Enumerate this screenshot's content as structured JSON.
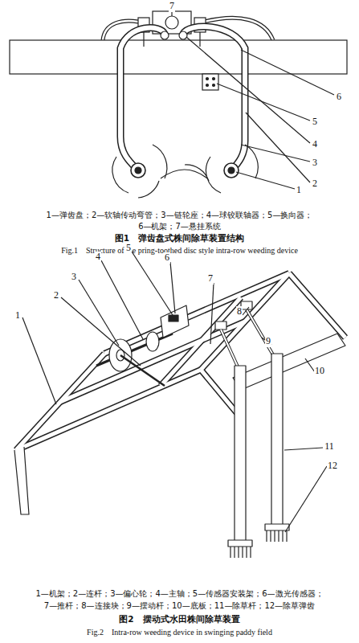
{
  "diagram": {
    "labels": [
      "7",
      "6",
      "5",
      "4",
      "3",
      "2",
      "1",
      "1—弹齿盘；2—软轴传动弯管；3—链轮座；4—球铰联轴器；5—换向器；",
      "6—机架；7—悬挂系统",
      "图1　弹齿盘式株间除草装置结构",
      "Fig.1　Structure of the pring-toothed disc style intra-row weeding device",
      "1",
      "2",
      "3",
      "4",
      "5",
      "6",
      "7",
      "8",
      "9",
      "10",
      "11",
      "12",
      "1—机架；2—连杆；3—偏心轮；4—主轴；5—传感器安装架；6—激光传感器；",
      "7—推杆；8—连接块；9—摆动杆；10—底板；11—除草杆；12—除草弹齿",
      "图2　摆动式水田株间除草装置",
      "Fig.2　Intra-row weeding device in swinging paddy field"
    ]
  }
}
